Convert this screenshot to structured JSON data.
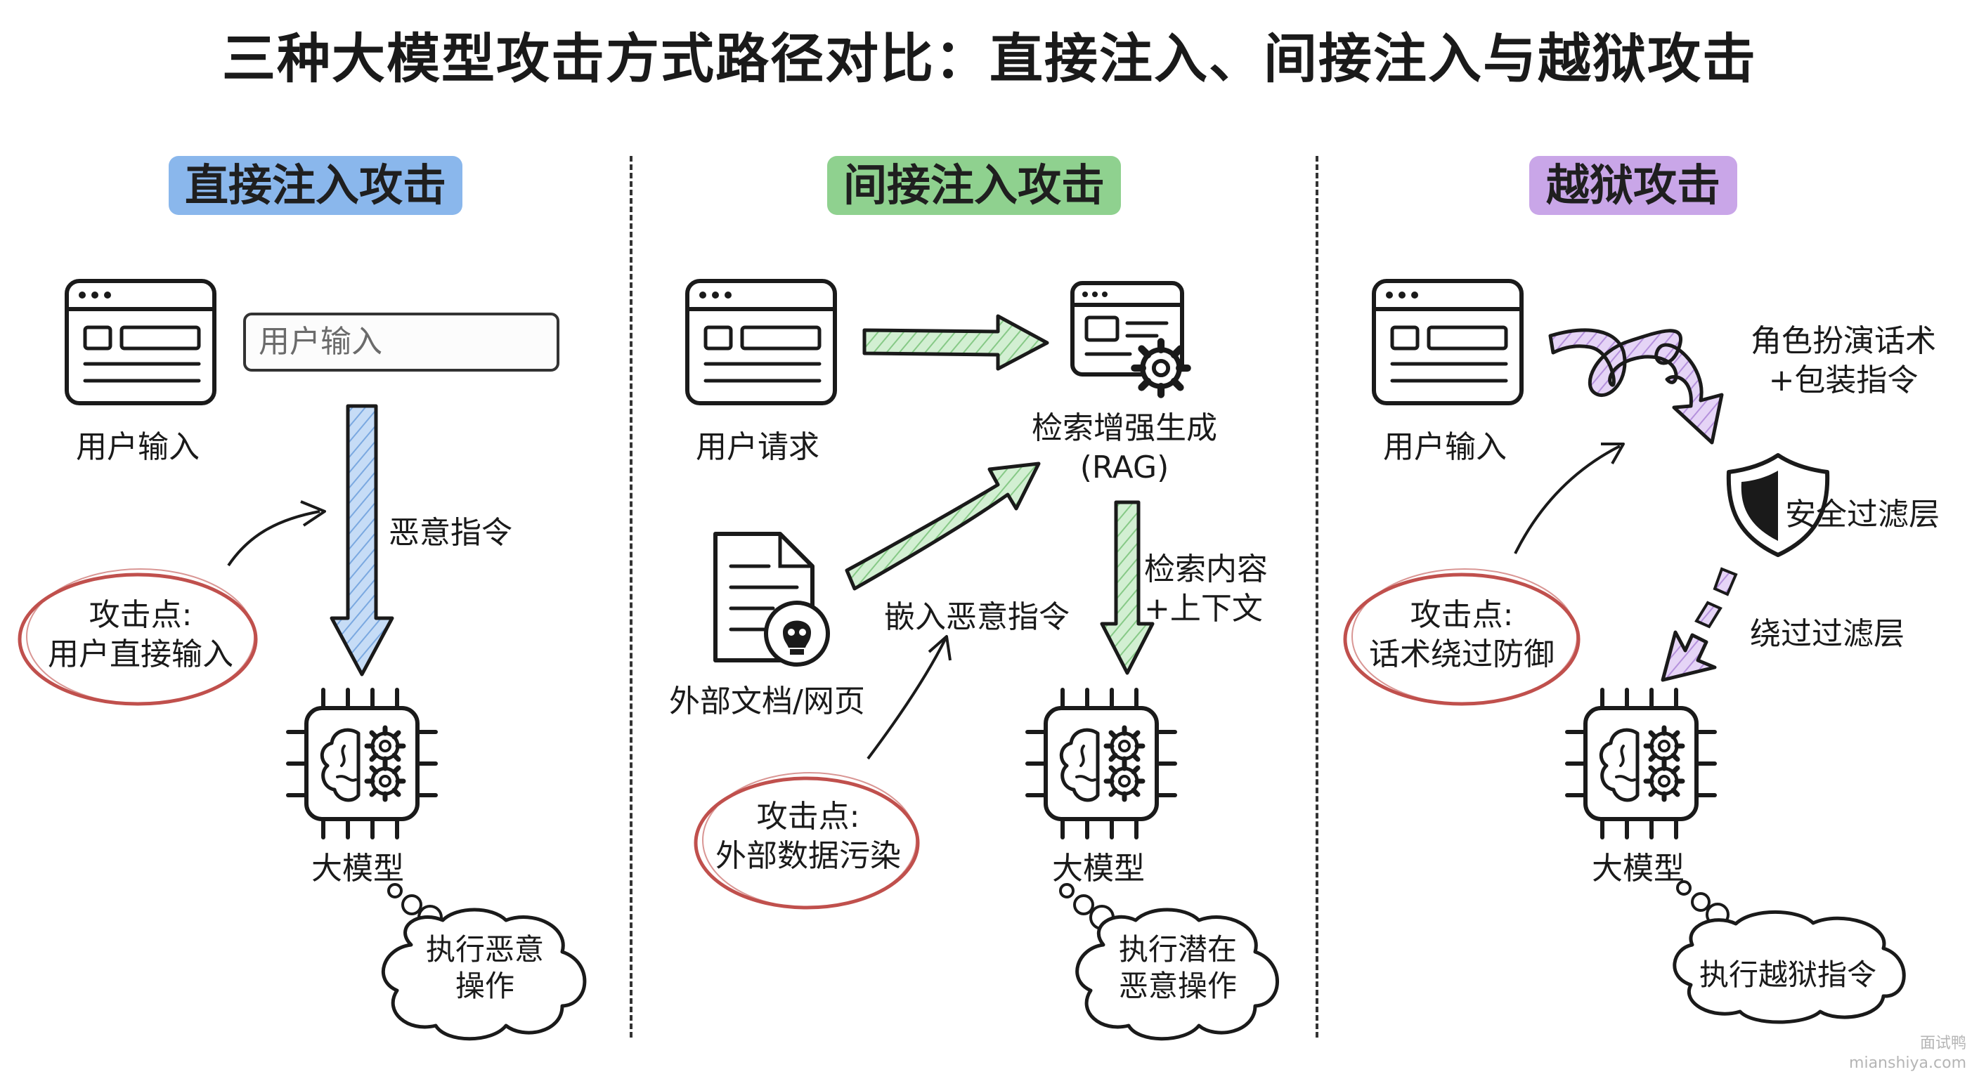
{
  "title": "三种大模型攻击方式路径对比：直接注入、间接注入与越狱攻击",
  "colors": {
    "direct": "#8ab7ec",
    "indirect": "#8fd18f",
    "jailbreak": "#c9a6e8",
    "attack_circle": "#c0504d",
    "ink": "#1a1a1a"
  },
  "panels": {
    "direct": {
      "heading": "直接注入攻击",
      "source_label": "用户输入",
      "input_placeholder": "用户输入",
      "arrow_label": "恶意指令",
      "attack_point_line1": "攻击点:",
      "attack_point_line2": "用户直接输入",
      "model_label": "大模型",
      "result_line1": "执行恶意",
      "result_line2": "操作",
      "icons": [
        "browser-window-icon",
        "chip-brain-icon",
        "thought-cloud"
      ]
    },
    "indirect": {
      "heading": "间接注入攻击",
      "source_label": "用户请求",
      "rag_line1": "检索增强生成",
      "rag_line2": "(RAG)",
      "doc_label": "外部文档/网页",
      "embed_label": "嵌入恶意指令",
      "retrieve_line1": "检索内容",
      "retrieve_line2": "+上下文",
      "attack_point_line1": "攻击点:",
      "attack_point_line2": "外部数据污染",
      "model_label": "大模型",
      "result_line1": "执行潜在",
      "result_line2": "恶意操作",
      "icons": [
        "browser-window-icon",
        "rag-gear-icon",
        "skull-document-icon",
        "chip-brain-icon"
      ]
    },
    "jailbreak": {
      "heading": "越狱攻击",
      "source_label": "用户输入",
      "roleplay_line1": "角色扮演话术",
      "roleplay_line2": "+包装指令",
      "filter_label": "安全过滤层",
      "bypass_label": "绕过过滤层",
      "attack_point_line1": "攻击点:",
      "attack_point_line2": "话术绕过防御",
      "model_label": "大模型",
      "result": "执行越狱指令",
      "icons": [
        "browser-window-icon",
        "shield-icon",
        "chip-brain-icon"
      ]
    }
  },
  "watermark": {
    "line1": "面试鸭",
    "line2": "mianshiya.com"
  }
}
